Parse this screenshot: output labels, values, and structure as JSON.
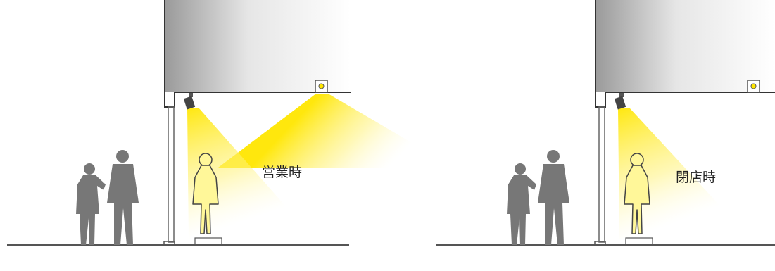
{
  "panels": [
    {
      "id": "open",
      "label": "営業時",
      "ceiling_light_on": true
    },
    {
      "id": "closed",
      "label": "閉店時",
      "ceiling_light_on": false
    }
  ],
  "colors": {
    "light": "#ffe600",
    "floor": "#555555",
    "person": "#777777",
    "mannequin_fill": "#fff799",
    "ceiling_dark": "#9a9a9a",
    "lamp_body": "#555555"
  },
  "icons": {
    "spotlight": "spotlight-icon",
    "downlight": "downlight-icon",
    "pedestrian": "pedestrian-icon",
    "mannequin": "mannequin-icon"
  }
}
